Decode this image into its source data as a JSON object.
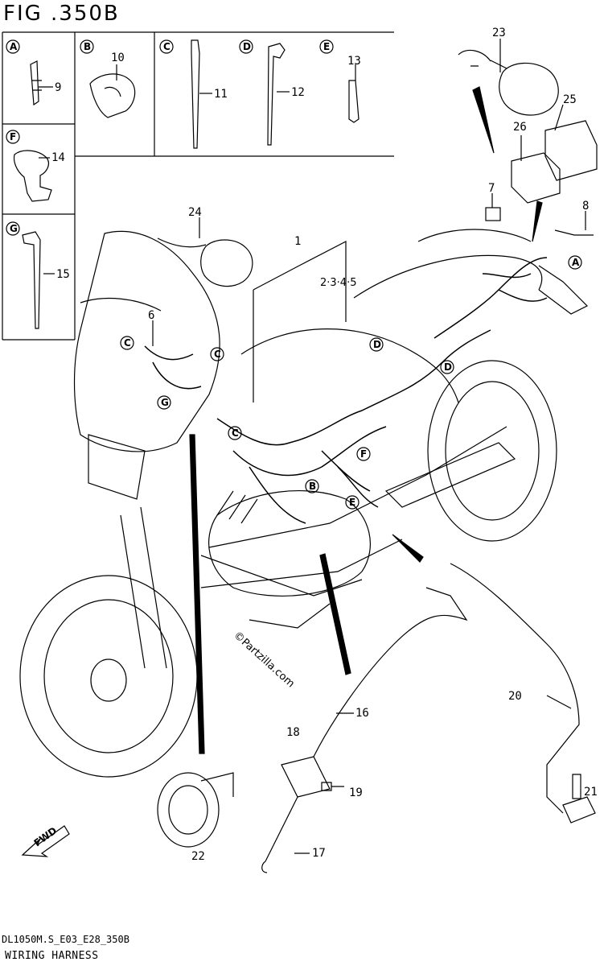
{
  "figure_title": "FIG .350B",
  "footer_code": "DL1050M.S_E03_E28_350B",
  "footer_name": "WIRING HARNESS",
  "watermark": "©Partzilla.com",
  "fwd_label": "FWD",
  "ref_text": "2·3·4·5",
  "inset_letters": [
    "A",
    "B",
    "C",
    "D",
    "E",
    "F",
    "G"
  ],
  "part_numbers": {
    "p1": "1",
    "p6": "6",
    "p7": "7",
    "p8": "8",
    "p9": "9",
    "p10": "10",
    "p11": "11",
    "p12": "12",
    "p13": "13",
    "p14": "14",
    "p15": "15",
    "p16": "16",
    "p17": "17",
    "p18": "18",
    "p19": "19",
    "p20": "20",
    "p21": "21",
    "p22": "22",
    "p23": "23",
    "p24": "24",
    "p25": "25",
    "p26": "26"
  },
  "callout_letters": {
    "a": "A",
    "b": "B",
    "c1": "C",
    "c2": "C",
    "c3": "C",
    "d1": "D",
    "d2": "D",
    "e": "E",
    "f": "F",
    "g": "G"
  }
}
